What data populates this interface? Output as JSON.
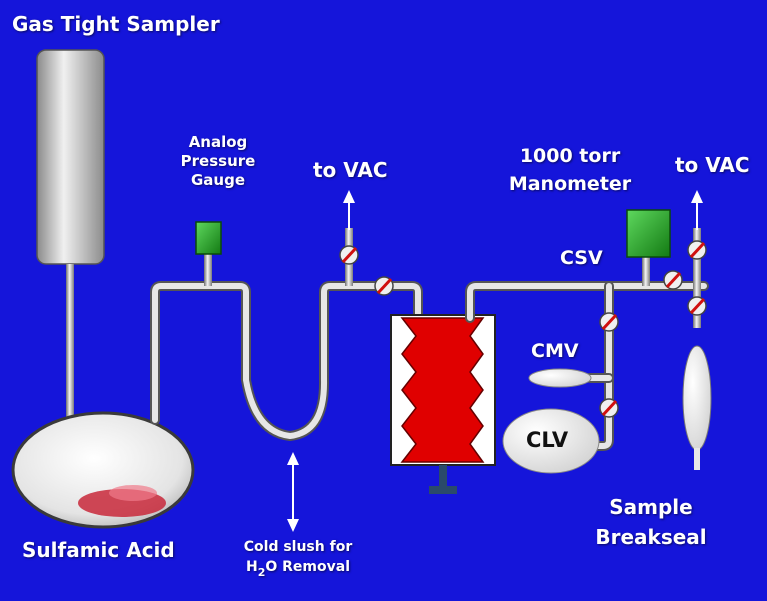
{
  "labels": {
    "gas_tight_sampler": "Gas Tight Sampler",
    "sulfamic_acid": "Sulfamic Acid",
    "analog_gauge_line1": "Analog",
    "analog_gauge_line2": "Pressure",
    "analog_gauge_line3": "Gauge",
    "to_vac_left": "to VAC",
    "to_vac_right": "to VAC",
    "manometer_line1": "1000 torr",
    "manometer_line2": "Manometer",
    "csv": "CSV",
    "cmv": "CMV",
    "clv": "CLV",
    "cold_slush_line1": "Cold slush for",
    "cold_slush_h": "H",
    "cold_slush_sub": "2",
    "cold_slush_rest": "O Removal",
    "sample_line1": "Sample",
    "sample_line2": "Breakseal"
  },
  "colors": {
    "background": "#1515da",
    "trap": "#e00000",
    "gauge": "#1f9a1f",
    "valve_mark": "#d01010",
    "pipe": "#c8c8c8"
  }
}
